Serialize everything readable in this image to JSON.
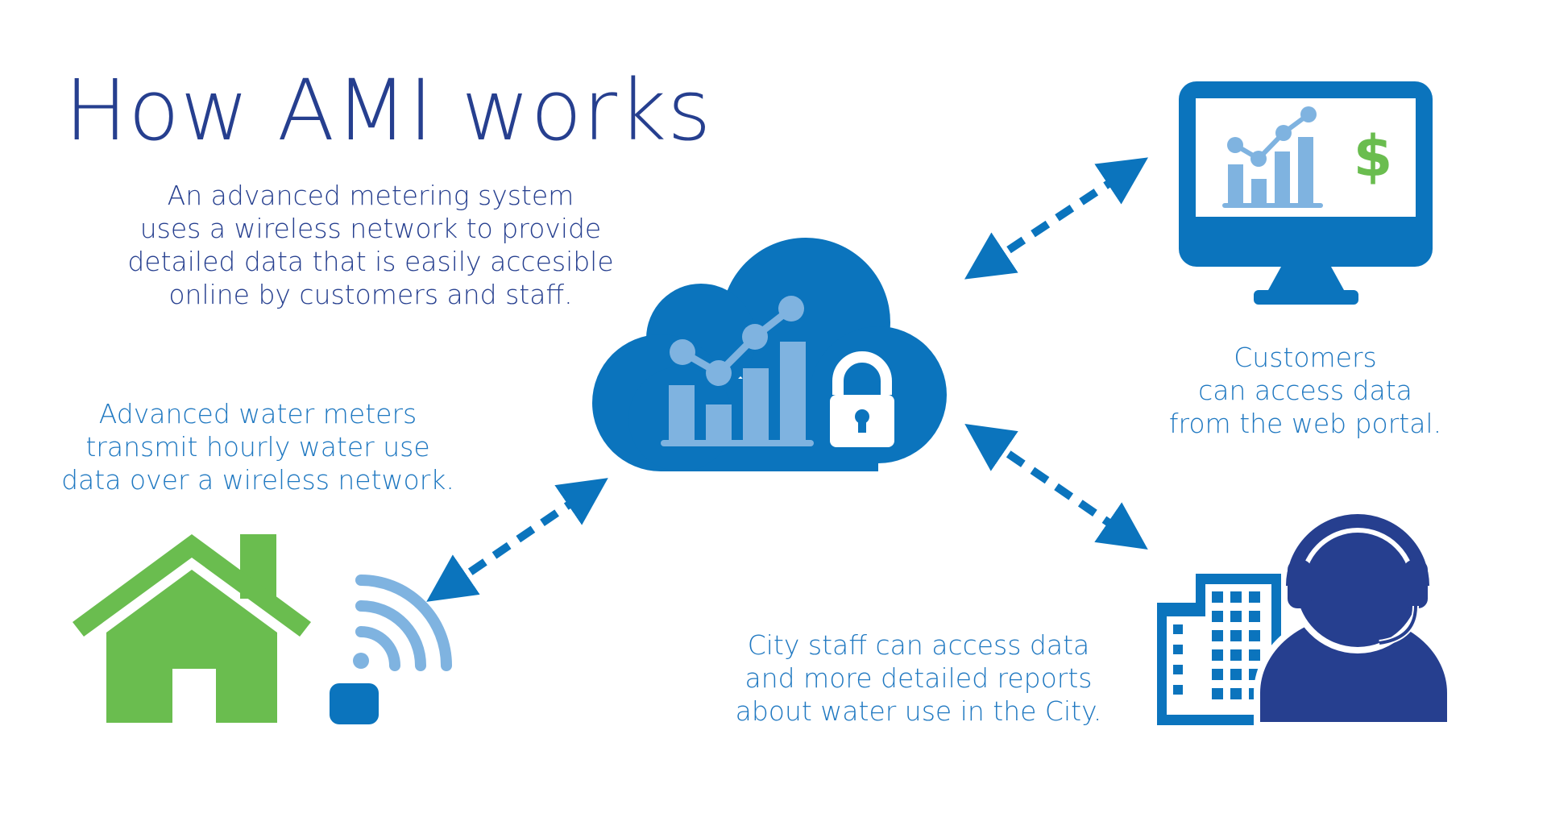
{
  "title": "How AMI works",
  "intro": {
    "lines": [
      "An advanced metering  system",
      "uses a wireless network to provide",
      "detailed data that is easily accesible",
      "online by customers and staff."
    ]
  },
  "meters": {
    "lines": [
      "Advanced water meters",
      "transmit hourly water use",
      "data over a wireless network."
    ]
  },
  "customers": {
    "lines": [
      "Customers",
      "can access data",
      "from the web portal."
    ]
  },
  "staff": {
    "lines": [
      "City staff can access data",
      "and more detailed reports",
      "about water use in the City."
    ]
  },
  "icons": {
    "cloud": "cloud-analytics-icon",
    "monitor": "monitor-dashboard-icon",
    "dollar_symbol": "$",
    "house": "house-icon",
    "wifi": "wifi-signal-icon",
    "staff": "support-agent-icon",
    "building": "office-building-icon",
    "lock": "lock-icon"
  },
  "colors": {
    "navy": "#263f8f",
    "blue": "#0b74bd",
    "light_blue": "#7fb3e0",
    "green": "#6abd4f",
    "text_blue": "#1f78c1"
  }
}
